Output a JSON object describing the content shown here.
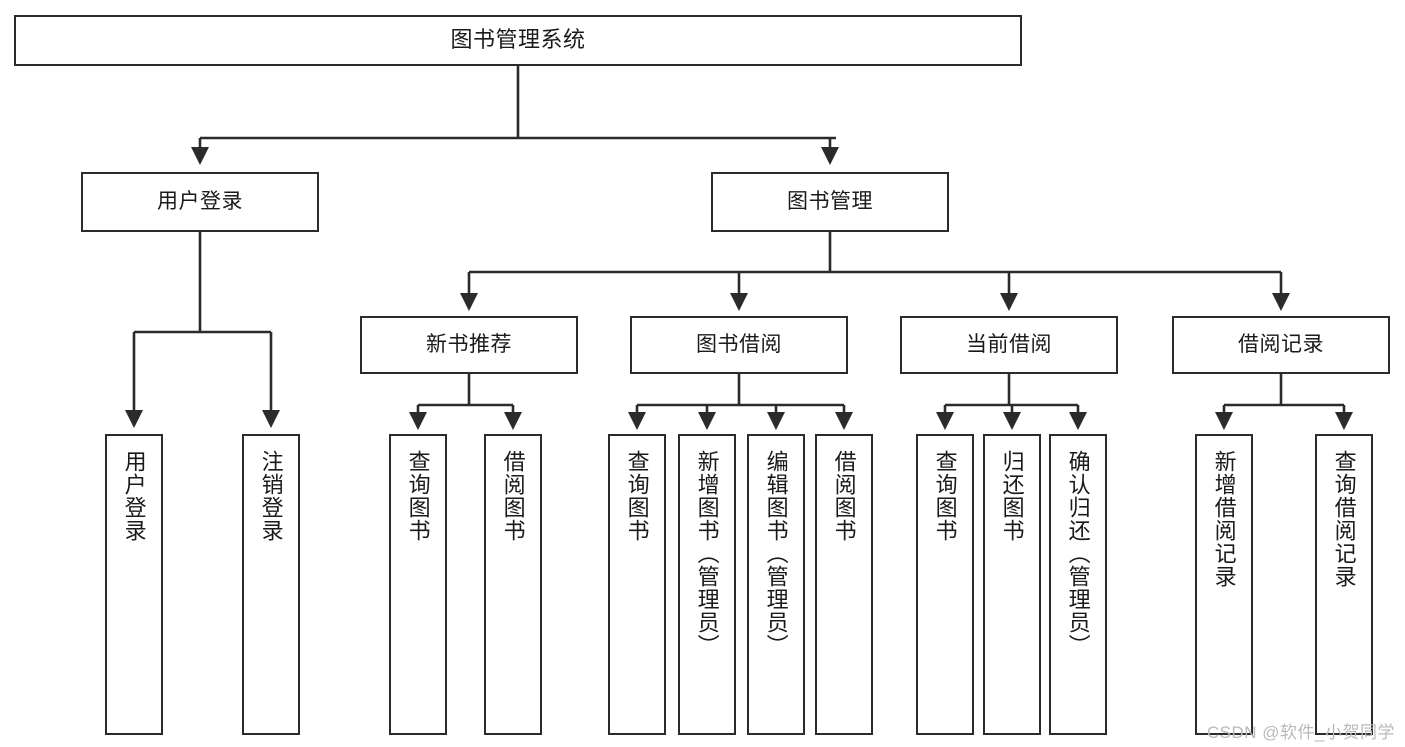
{
  "diagram": {
    "type": "tree-hierarchy",
    "title": "图书管理系统",
    "watermark": "CSDN @软件_小贺同学",
    "colors": {
      "box_stroke": "#2b2b2b",
      "box_fill": "#ffffff",
      "edge": "#2b2b2b",
      "text": "#1a1a1a",
      "watermark": "#b9b9b9",
      "background": "#ffffff"
    },
    "root": {
      "id": "root",
      "label": "图书管理系统",
      "orientation": "horizontal"
    },
    "level2": [
      {
        "id": "user-login",
        "label": "用户登录",
        "orientation": "horizontal"
      },
      {
        "id": "book-manage",
        "label": "图书管理",
        "orientation": "horizontal"
      }
    ],
    "level3": [
      {
        "id": "new-book-recommend",
        "label": "新书推荐",
        "orientation": "horizontal",
        "parent": "book-manage"
      },
      {
        "id": "book-borrow",
        "label": "图书借阅",
        "orientation": "horizontal",
        "parent": "book-manage"
      },
      {
        "id": "current-borrow",
        "label": "当前借阅",
        "orientation": "horizontal",
        "parent": "book-manage"
      },
      {
        "id": "borrow-record",
        "label": "借阅记录",
        "orientation": "horizontal",
        "parent": "book-manage"
      }
    ],
    "leaves": [
      {
        "id": "leaf-user-login",
        "label": "用户登录",
        "parent": "user-login"
      },
      {
        "id": "leaf-user-logout",
        "label": "注销登录",
        "parent": "user-login"
      },
      {
        "id": "leaf-rec-query-book",
        "label": "查询图书",
        "parent": "new-book-recommend"
      },
      {
        "id": "leaf-rec-borrow-book",
        "label": "借阅图书",
        "parent": "new-book-recommend"
      },
      {
        "id": "leaf-borrow-query-book",
        "label": "查询图书",
        "parent": "book-borrow"
      },
      {
        "id": "leaf-borrow-add-book",
        "label": "新增图书（管理员）",
        "parent": "book-borrow"
      },
      {
        "id": "leaf-borrow-edit-book",
        "label": "编辑图书（管理员）",
        "parent": "book-borrow"
      },
      {
        "id": "leaf-borrow-borrow-book",
        "label": "借阅图书",
        "parent": "book-borrow"
      },
      {
        "id": "leaf-cur-query-book",
        "label": "查询图书",
        "parent": "current-borrow"
      },
      {
        "id": "leaf-cur-return-book",
        "label": "归还图书",
        "parent": "current-borrow"
      },
      {
        "id": "leaf-cur-confirm-return",
        "label": "确认归还（管理员）",
        "parent": "current-borrow"
      },
      {
        "id": "leaf-rec-add-record",
        "label": "新增借阅记录",
        "parent": "borrow-record"
      },
      {
        "id": "leaf-rec-query-record",
        "label": "查询借阅记录",
        "parent": "borrow-record"
      }
    ]
  }
}
